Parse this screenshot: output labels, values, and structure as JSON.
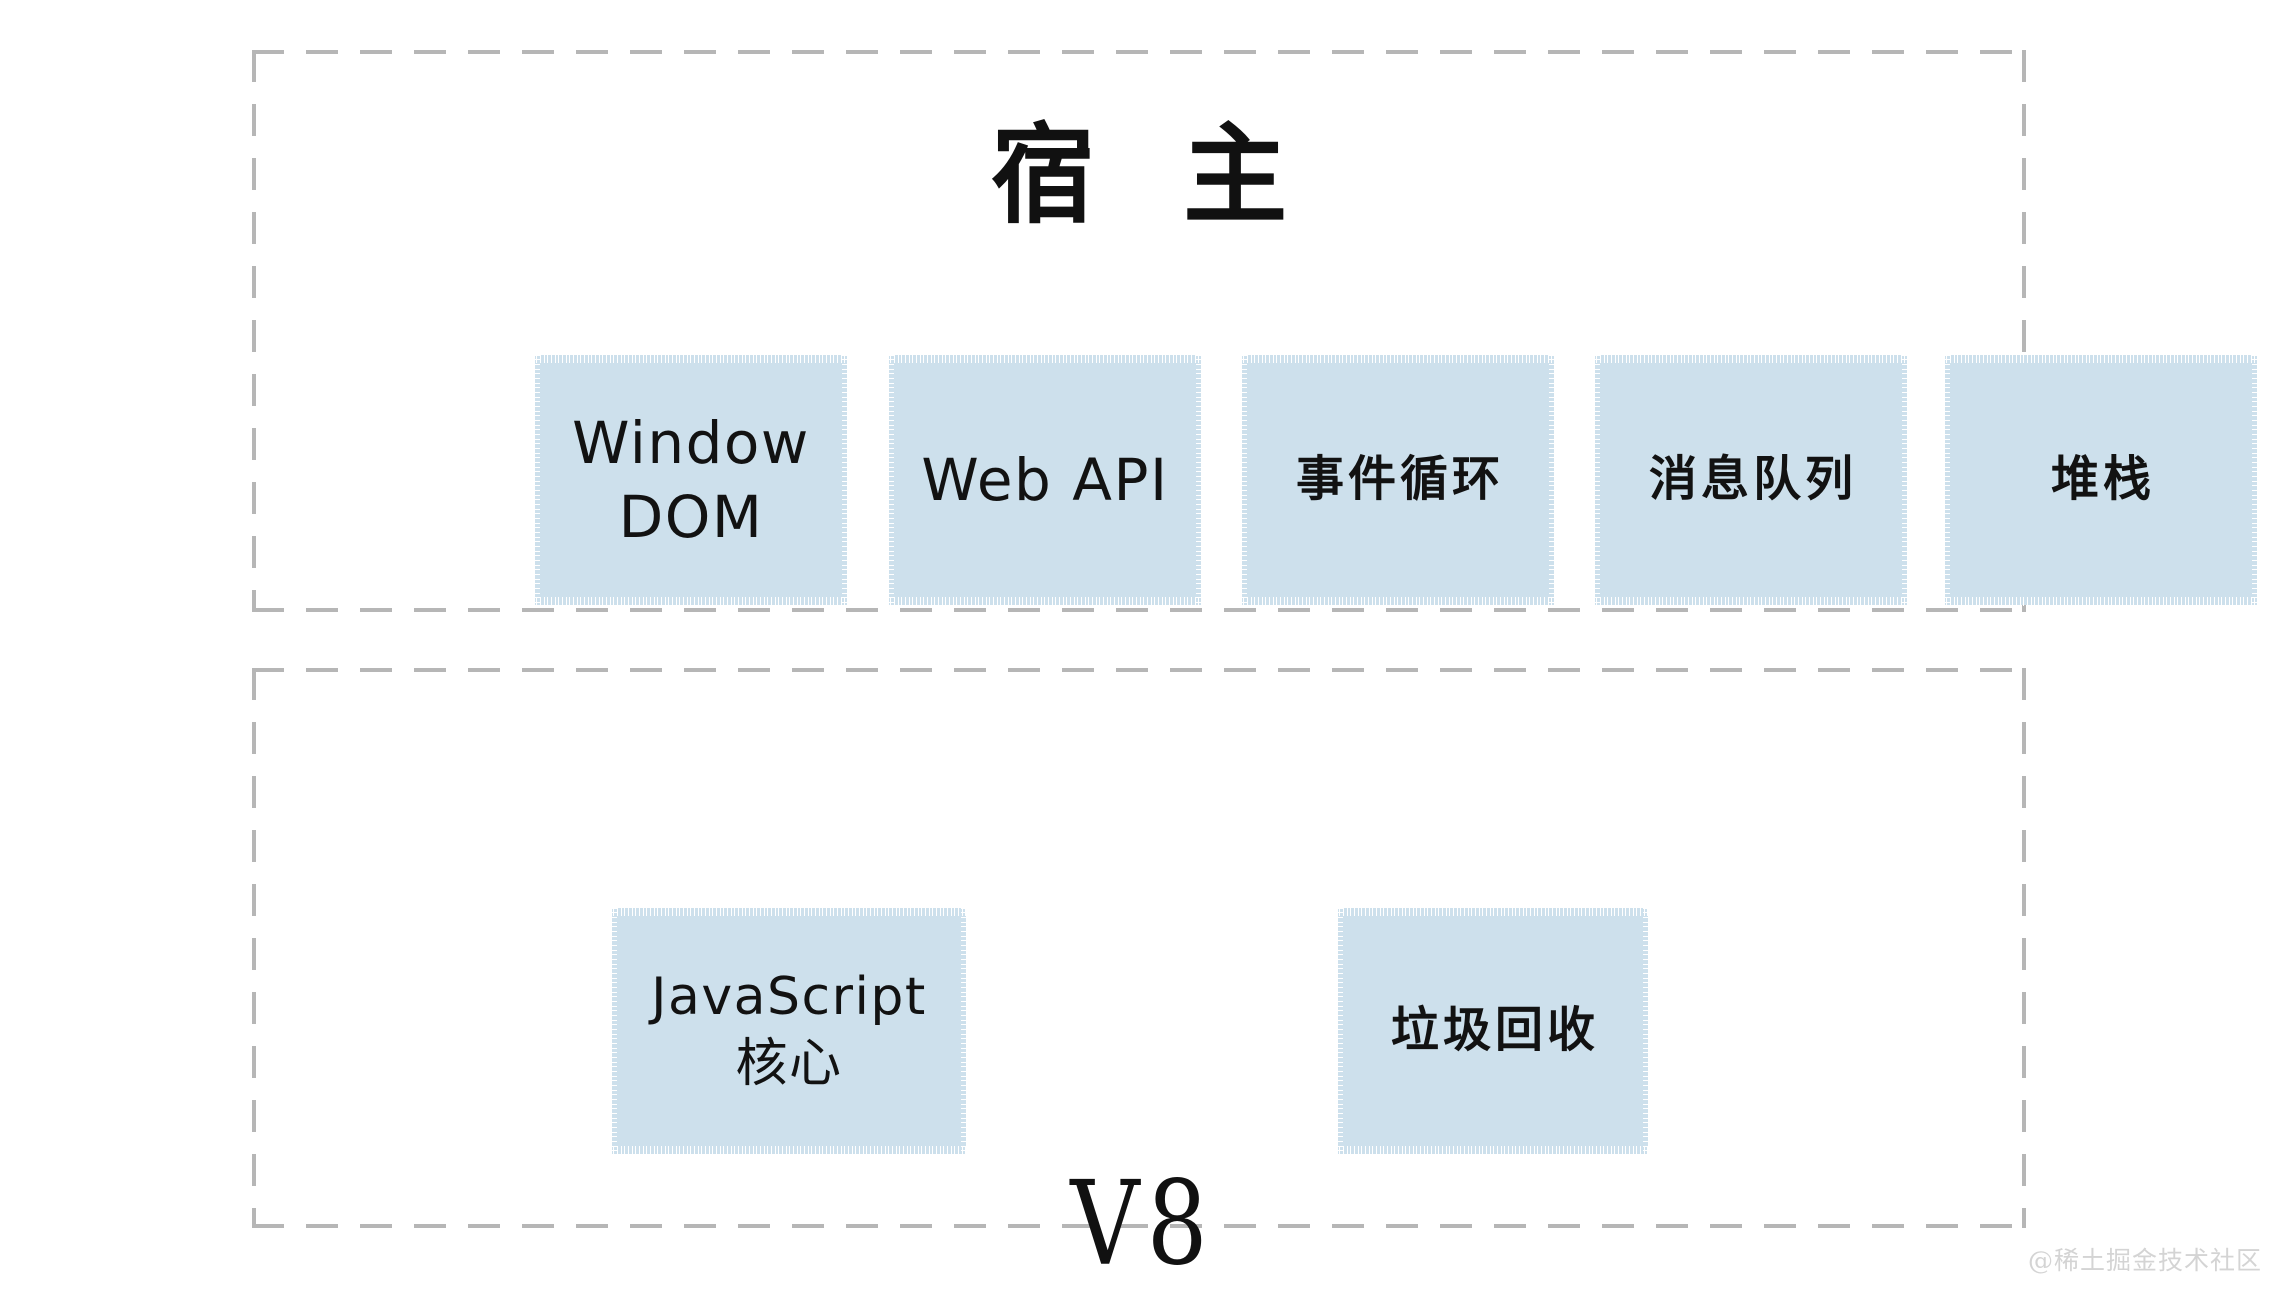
{
  "diagram": {
    "title_visible": false,
    "background_color": "#ffffff",
    "box_fill_color": "#cde0ec",
    "border_color": "#b6b6b6",
    "text_color": "#121212",
    "groups": [
      {
        "id": "host",
        "title": "宿 主",
        "boxes": [
          {
            "id": "window-dom",
            "label": "Window\nDOM",
            "script": "latin"
          },
          {
            "id": "web-api",
            "label": "Web API",
            "script": "latin"
          },
          {
            "id": "event-loop",
            "label": "事件循环",
            "script": "cjk"
          },
          {
            "id": "msg-queue",
            "label": "消息队列",
            "script": "cjk"
          },
          {
            "id": "stack",
            "label": "堆栈",
            "script": "cjk"
          }
        ]
      },
      {
        "id": "v8",
        "title": "V8",
        "boxes": [
          {
            "id": "js-core",
            "label": "JavaScript\n核心",
            "script": "mixed"
          },
          {
            "id": "gc",
            "label": "垃圾回收",
            "script": "cjk"
          }
        ]
      }
    ]
  },
  "watermark": {
    "text": "@稀土掘金技术社区"
  }
}
